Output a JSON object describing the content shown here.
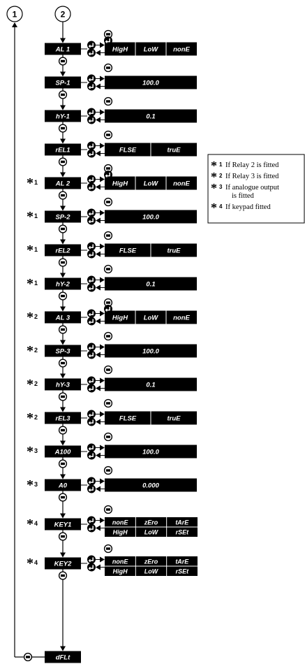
{
  "connectors": {
    "left": "1",
    "right": "2"
  },
  "colors": {
    "box": "#000000",
    "text": "#ffffff",
    "line": "#000000",
    "background": "#ffffff"
  },
  "rows": [
    {
      "label": "AL 1",
      "star": "",
      "options": [
        "HigH",
        "LoW",
        "nonE"
      ]
    },
    {
      "label": "SP-1",
      "star": "",
      "value": "100.0"
    },
    {
      "label": "hY-1",
      "star": "",
      "value": "0.1"
    },
    {
      "label": "rEL1",
      "star": "",
      "options": [
        "FLSE",
        "truE"
      ]
    },
    {
      "label": "AL 2",
      "star": "1",
      "options": [
        "HigH",
        "LoW",
        "nonE"
      ]
    },
    {
      "label": "SP-2",
      "star": "1",
      "value": "100.0"
    },
    {
      "label": "rEL2",
      "star": "1",
      "options": [
        "FLSE",
        "truE"
      ]
    },
    {
      "label": "hY-2",
      "star": "1",
      "value": "0.1"
    },
    {
      "label": "AL 3",
      "star": "2",
      "options": [
        "HigH",
        "LoW",
        "nonE"
      ]
    },
    {
      "label": "SP-3",
      "star": "2",
      "value": "100.0"
    },
    {
      "label": "hY-3",
      "star": "2",
      "value": "0.1"
    },
    {
      "label": "rEL3",
      "star": "2",
      "options": [
        "FLSE",
        "truE"
      ]
    },
    {
      "label": "A100",
      "star": "3",
      "value": "100.0"
    },
    {
      "label": "A0",
      "star": "3",
      "value": "0.000"
    },
    {
      "label": "KEY1",
      "star": "4",
      "grid": [
        [
          "nonE",
          "zEro",
          "tArE"
        ],
        [
          "HigH",
          "LoW",
          "rSEt"
        ]
      ]
    },
    {
      "label": "KEY2",
      "star": "4",
      "grid": [
        [
          "nonE",
          "zEro",
          "tArE"
        ],
        [
          "HigH",
          "LoW",
          "rSEt"
        ]
      ]
    }
  ],
  "end_label": "dFLt",
  "legend": [
    {
      "num": "1",
      "text": "If Relay 2 is fitted"
    },
    {
      "num": "2",
      "text": "If Relay 3 is fitted"
    },
    {
      "num": "3",
      "text": "If analogue output",
      "text2": "is fitted"
    },
    {
      "num": "4",
      "text": "If keypad fitted"
    }
  ]
}
